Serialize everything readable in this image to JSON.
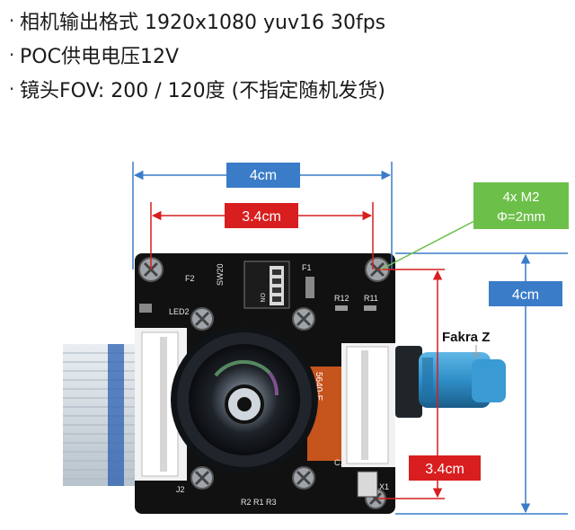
{
  "specs": [
    {
      "text": "相机输出格式 1920x1080 yuv16 30fps"
    },
    {
      "text": "POC供电电压12V"
    },
    {
      "text": "镜头FOV: 200 / 120度 (不指定随机发货)"
    }
  ],
  "bullet_glyph": "·",
  "dimensions": {
    "width_outer": "4cm",
    "width_hole": "3.4cm",
    "height_outer": "4cm",
    "height_hole": "3.4cm"
  },
  "mount_holes": {
    "line1": "4x M2",
    "line2": "Φ=2mm"
  },
  "connector_label": "Fakra Z",
  "board_silkscreen": {
    "switch": "SW20",
    "led": "LED2",
    "f1": "F1",
    "f2": "F2",
    "r12": "R12",
    "r11": "R11",
    "sensor": "5640-E",
    "j2": "J2",
    "x1": "X1",
    "c1": "C1",
    "r_bottom": "R2 R1 R3",
    "on": "ON"
  },
  "colors": {
    "blue_box": "#3a7cc8",
    "red_box": "#d81e1e",
    "green_box": "#6cc04a",
    "board": "#111111",
    "fakra": "#2f8fc8"
  }
}
